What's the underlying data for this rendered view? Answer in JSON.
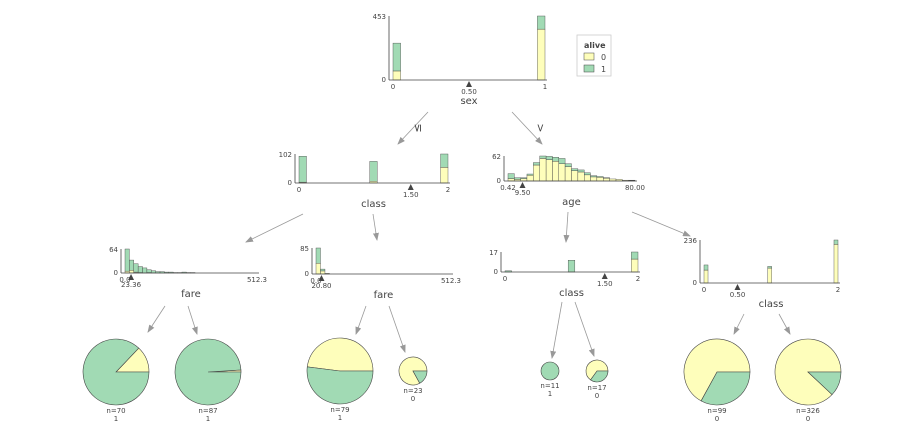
{
  "colors": {
    "class0": "#fefebb",
    "class1": "#a1dab4",
    "stroke": "#444444",
    "edge": "#999999"
  },
  "legend": {
    "title": "alive",
    "items": [
      "0",
      "1"
    ]
  },
  "edge_labels": {
    "left": "≤",
    "right": ">"
  },
  "split_nodes": [
    {
      "id": "root",
      "feature": "sex",
      "threshold": 0.5,
      "threshold_label": "0.50",
      "ymax_label": "453",
      "zero_label": "0",
      "x_min": 0,
      "x_max": 1,
      "x_tick_labels": [
        {
          "value": 0,
          "label": "0"
        },
        {
          "value": 1,
          "label": "1"
        }
      ],
      "bins": [
        {
          "lo": 0.0,
          "hi": 0.05,
          "c0": 64,
          "c1": 197
        },
        {
          "lo": 0.95,
          "hi": 1.0,
          "c0": 360,
          "c1": 93
        }
      ]
    },
    {
      "id": "left",
      "feature": "class",
      "threshold": 1.5,
      "threshold_label": "1.50",
      "ymax_label": "102",
      "zero_label": "0",
      "x_min": 0,
      "x_max": 2,
      "x_tick_labels": [
        {
          "value": 0,
          "label": "0"
        },
        {
          "value": 2,
          "label": "2"
        }
      ],
      "bins": [
        {
          "lo": 0.0,
          "hi": 0.1,
          "c0": 3,
          "c1": 91
        },
        {
          "lo": 0.95,
          "hi": 1.05,
          "c0": 6,
          "c1": 70
        },
        {
          "lo": 1.9,
          "hi": 2.0,
          "c0": 55,
          "c1": 47
        }
      ]
    },
    {
      "id": "right",
      "feature": "age",
      "threshold": 9.5,
      "threshold_label": "9.50",
      "ymax_label": "62",
      "zero_label": "0",
      "x_min": 0.42,
      "x_max": 80.0,
      "x_tick_labels": [
        {
          "value": 0.42,
          "label": "0.42"
        },
        {
          "value": 80.0,
          "label": "80.00"
        }
      ],
      "bins": [
        {
          "lo": 0.42,
          "hi": 4.4,
          "c0": 6,
          "c1": 12
        },
        {
          "lo": 4.4,
          "hi": 8.4,
          "c0": 4,
          "c1": 4
        },
        {
          "lo": 8.4,
          "hi": 12.3,
          "c0": 6,
          "c1": 2
        },
        {
          "lo": 12.3,
          "hi": 16.3,
          "c0": 14,
          "c1": 3
        },
        {
          "lo": 16.3,
          "hi": 20.3,
          "c0": 39,
          "c1": 6
        },
        {
          "lo": 20.3,
          "hi": 24.3,
          "c0": 55,
          "c1": 6
        },
        {
          "lo": 24.3,
          "hi": 28.3,
          "c0": 52,
          "c1": 8
        },
        {
          "lo": 28.3,
          "hi": 32.2,
          "c0": 48,
          "c1": 10
        },
        {
          "lo": 32.2,
          "hi": 36.2,
          "c0": 42,
          "c1": 13
        },
        {
          "lo": 36.2,
          "hi": 40.2,
          "c0": 35,
          "c1": 7
        },
        {
          "lo": 40.2,
          "hi": 44.2,
          "c0": 25,
          "c1": 5
        },
        {
          "lo": 44.2,
          "hi": 48.2,
          "c0": 22,
          "c1": 5
        },
        {
          "lo": 48.2,
          "hi": 52.1,
          "c0": 15,
          "c1": 5
        },
        {
          "lo": 52.1,
          "hi": 56.1,
          "c0": 10,
          "c1": 3
        },
        {
          "lo": 56.1,
          "hi": 60.1,
          "c0": 9,
          "c1": 2
        },
        {
          "lo": 60.1,
          "hi": 64.1,
          "c0": 7,
          "c1": 1
        },
        {
          "lo": 64.1,
          "hi": 68.1,
          "c0": 5,
          "c1": 0
        },
        {
          "lo": 68.1,
          "hi": 72.0,
          "c0": 4,
          "c1": 0
        },
        {
          "lo": 72.0,
          "hi": 76.0,
          "c0": 2,
          "c1": 0
        },
        {
          "lo": 76.0,
          "hi": 80.0,
          "c0": 1,
          "c1": 1
        }
      ]
    },
    {
      "id": "left-left",
      "feature": "fare",
      "threshold": 23.36,
      "threshold_label": "23.36",
      "ymax_label": "64",
      "zero_label": "0",
      "x_min": 0,
      "x_max": 512.3,
      "x_tick_labels": [
        {
          "value": 0,
          "label": "0.0"
        },
        {
          "value": 512.3,
          "label": "512.3"
        }
      ],
      "bins": [
        {
          "lo": 0,
          "hi": 17,
          "c0": 4,
          "c1": 48
        },
        {
          "lo": 17,
          "hi": 34,
          "c0": 6,
          "c1": 22
        },
        {
          "lo": 34,
          "hi": 51,
          "c0": 2,
          "c1": 18
        },
        {
          "lo": 51,
          "hi": 68,
          "c0": 1,
          "c1": 13
        },
        {
          "lo": 68,
          "hi": 85,
          "c0": 0,
          "c1": 11
        },
        {
          "lo": 85,
          "hi": 102,
          "c0": 1,
          "c1": 6
        },
        {
          "lo": 102,
          "hi": 119,
          "c0": 0,
          "c1": 5
        },
        {
          "lo": 119,
          "hi": 136,
          "c0": 0,
          "c1": 3
        },
        {
          "lo": 136,
          "hi": 153,
          "c0": 0,
          "c1": 3
        },
        {
          "lo": 153,
          "hi": 170,
          "c0": 0,
          "c1": 2
        },
        {
          "lo": 170,
          "hi": 187,
          "c0": 0,
          "c1": 2
        },
        {
          "lo": 187,
          "hi": 204,
          "c0": 0,
          "c1": 1
        },
        {
          "lo": 204,
          "hi": 221,
          "c0": 0,
          "c1": 1
        },
        {
          "lo": 221,
          "hi": 238,
          "c0": 0,
          "c1": 2
        },
        {
          "lo": 238,
          "hi": 255,
          "c0": 0,
          "c1": 1
        },
        {
          "lo": 255,
          "hi": 272,
          "c0": 0,
          "c1": 1
        }
      ]
    },
    {
      "id": "left-right",
      "feature": "fare",
      "threshold": 20.8,
      "threshold_label": "20.80",
      "ymax_label": "85",
      "zero_label": "0",
      "x_min": 0,
      "x_max": 512.3,
      "x_tick_labels": [
        {
          "value": 0,
          "label": "0.0"
        },
        {
          "value": 512.3,
          "label": "512.3"
        }
      ],
      "bins": [
        {
          "lo": 0,
          "hi": 17,
          "c0": 35,
          "c1": 50
        },
        {
          "lo": 17,
          "hi": 34,
          "c0": 10,
          "c1": 6
        },
        {
          "lo": 34,
          "hi": 51,
          "c0": 2,
          "c1": 0
        }
      ]
    },
    {
      "id": "right-left",
      "feature": "class",
      "threshold": 1.5,
      "threshold_label": "1.50",
      "ymax_label": "17",
      "zero_label": "0",
      "x_min": 0,
      "x_max": 2,
      "x_tick_labels": [
        {
          "value": 0,
          "label": "0"
        },
        {
          "value": 2,
          "label": "2"
        }
      ],
      "bins": [
        {
          "lo": 0.0,
          "hi": 0.1,
          "c0": 0,
          "c1": 1
        },
        {
          "lo": 0.95,
          "hi": 1.05,
          "c0": 0,
          "c1": 10
        },
        {
          "lo": 1.9,
          "hi": 2.0,
          "c0": 11,
          "c1": 6
        }
      ]
    },
    {
      "id": "right-right",
      "feature": "class",
      "threshold": 0.5,
      "threshold_label": "0.50",
      "ymax_label": "236",
      "zero_label": "0",
      "x_min": 0,
      "x_max": 2,
      "x_tick_labels": [
        {
          "value": 0,
          "label": "0"
        },
        {
          "value": 2,
          "label": "2"
        }
      ],
      "bins": [
        {
          "lo": 0.0,
          "hi": 0.06,
          "c0": 71,
          "c1": 28
        },
        {
          "lo": 0.95,
          "hi": 1.01,
          "c0": 82,
          "c1": 9
        },
        {
          "lo": 1.94,
          "hi": 2.0,
          "c0": 212,
          "c1": 24
        }
      ]
    }
  ],
  "leaves": [
    {
      "id": "leaf-1",
      "n_label": "n=70",
      "class_label": "1",
      "frac1": 0.871
    },
    {
      "id": "leaf-2",
      "n_label": "n=87",
      "class_label": "1",
      "frac1": 0.99
    },
    {
      "id": "leaf-3",
      "n_label": "n=79",
      "class_label": "1",
      "frac1": 0.52
    },
    {
      "id": "leaf-4",
      "n_label": "n=23",
      "class_label": "0",
      "frac1": 0.17
    },
    {
      "id": "leaf-5",
      "n_label": "n=11",
      "class_label": "1",
      "frac1": 1.0
    },
    {
      "id": "leaf-6",
      "n_label": "n=17",
      "class_label": "0",
      "frac1": 0.35
    },
    {
      "id": "leaf-7",
      "n_label": "n=99",
      "class_label": "0",
      "frac1": 0.33
    },
    {
      "id": "leaf-8",
      "n_label": "n=326",
      "class_label": "0",
      "frac1": 0.12
    }
  ]
}
